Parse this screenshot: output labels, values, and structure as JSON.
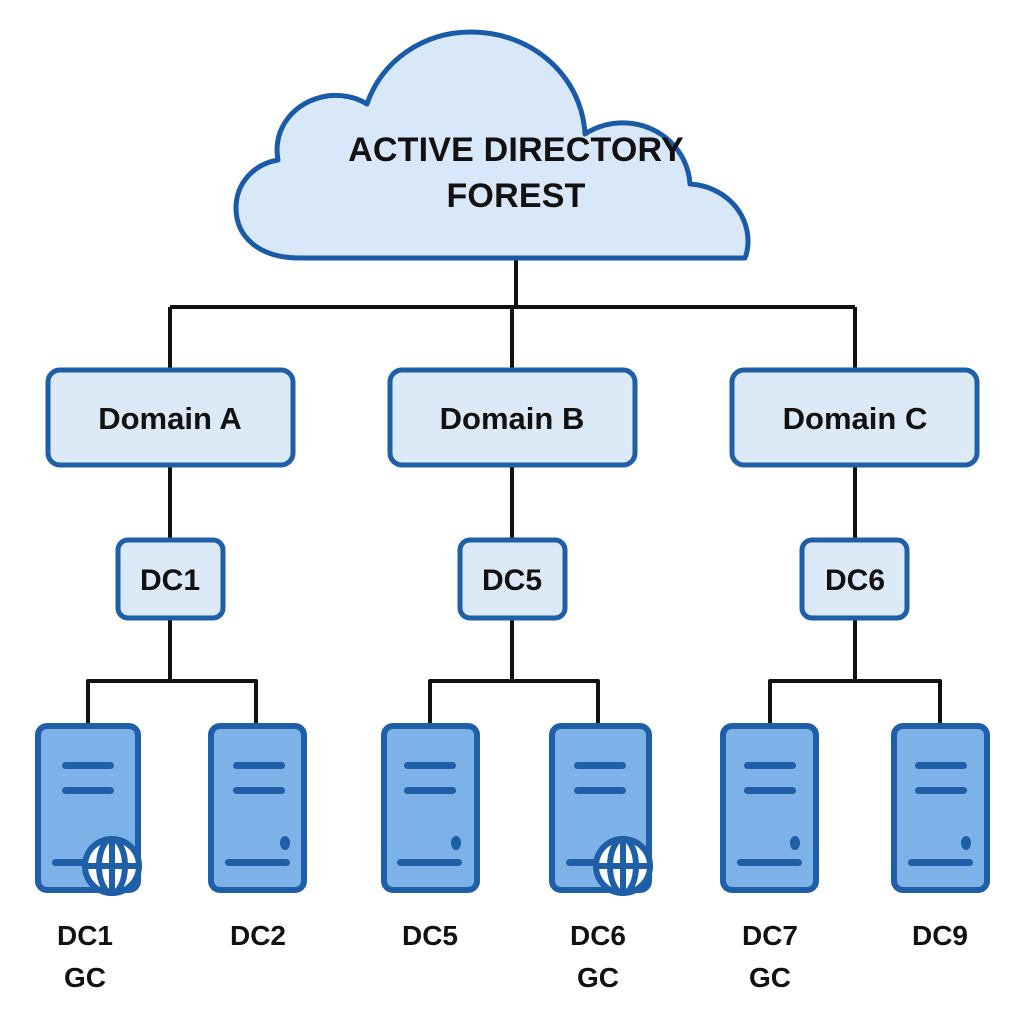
{
  "diagram": {
    "title": "ACTIVE DIRECTORY FOREST",
    "title_line1": "ACTIVE DIRECTORY",
    "title_line2": "FOREST",
    "colors": {
      "cloud_fill": "#D9E8F8",
      "cloud_stroke": "#1A5BA8",
      "box_fill": "#DCE9F7",
      "box_stroke": "#1F5FA8",
      "server_fill": "#7CB2E8",
      "server_stroke": "#1F5FA8",
      "connector": "#111111",
      "text": "#111111",
      "background": "#FFFFFF"
    }
  },
  "root": {
    "label": "ACTIVE DIRECTORY FOREST",
    "icon": "cloud-icon"
  },
  "domains": [
    {
      "id": "domain-a",
      "label": "Domain A"
    },
    {
      "id": "domain-b",
      "label": "Domain B"
    },
    {
      "id": "domain-c",
      "label": "Domain C"
    }
  ],
  "domain_controllers": [
    {
      "id": "dc1-box",
      "label": "DC1",
      "domain": "Domain A"
    },
    {
      "id": "dc5-box",
      "label": "DC5",
      "domain": "Domain B"
    },
    {
      "id": "dc6-box",
      "label": "DC6",
      "domain": "Domain C"
    }
  ],
  "servers": [
    {
      "id": "server-dc1",
      "name": "DC1",
      "role": "GC",
      "global_catalog": true,
      "icon": "server-icon",
      "badge": "globe-icon",
      "domain": "Domain A"
    },
    {
      "id": "server-dc2",
      "name": "DC2",
      "role": "",
      "global_catalog": false,
      "icon": "server-icon",
      "badge": "",
      "domain": "Domain A"
    },
    {
      "id": "server-dc5",
      "name": "DC5",
      "role": "",
      "global_catalog": false,
      "icon": "server-icon",
      "badge": "",
      "domain": "Domain B"
    },
    {
      "id": "server-dc6",
      "name": "DC6",
      "role": "GC",
      "global_catalog": true,
      "icon": "server-icon",
      "badge": "globe-icon",
      "domain": "Domain B"
    },
    {
      "id": "server-dc7",
      "name": "DC7",
      "role": "GC",
      "global_catalog": false,
      "icon": "server-icon",
      "badge": "",
      "domain": "Domain C"
    },
    {
      "id": "server-dc9",
      "name": "DC9",
      "role": "",
      "global_catalog": false,
      "icon": "server-icon",
      "badge": "",
      "domain": "Domain C"
    }
  ]
}
